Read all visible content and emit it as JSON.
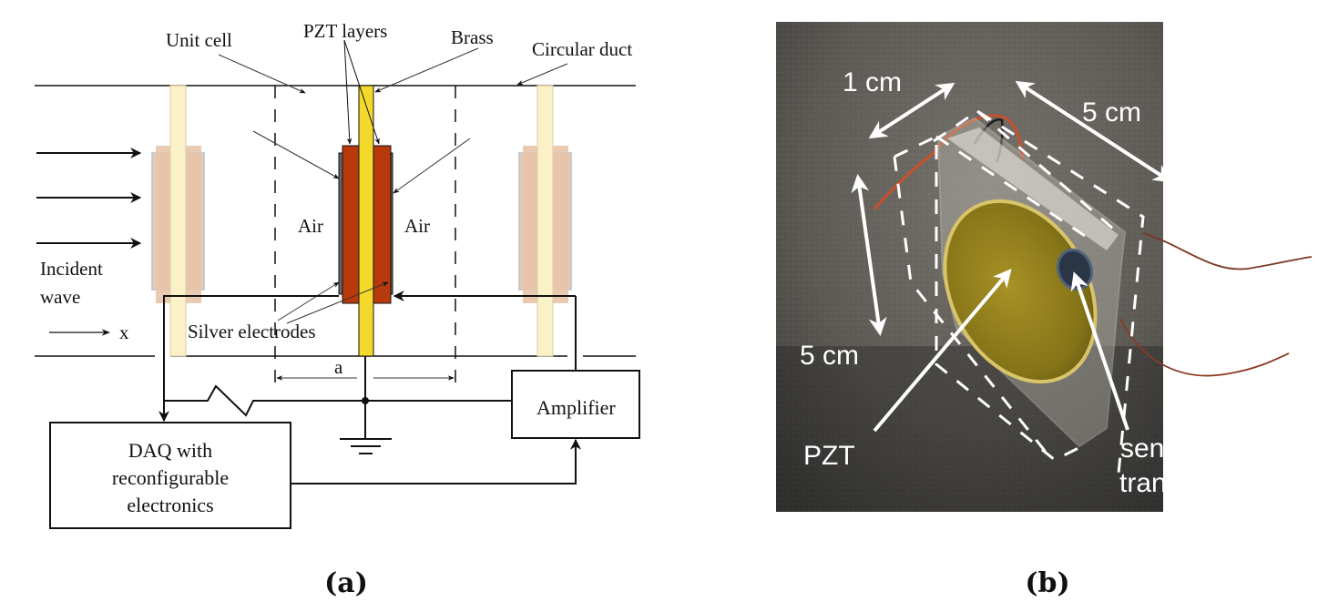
{
  "figure": {
    "panels": [
      {
        "label": "(a)",
        "type": "schematic",
        "annotations": {
          "unit_cell": "Unit cell",
          "pzt_layers": "PZT layers",
          "brass": "Brass",
          "circular_duct": "Circular duct",
          "air_left": "Air",
          "air_right": "Air",
          "incident_line1": "Incident",
          "incident_line2": "wave",
          "x_axis": "x",
          "silver_electrodes": "Silver electrodes",
          "lattice_constant": "a",
          "amplifier": "Amplifier",
          "daq_line1": "DAQ with",
          "daq_line2": "reconfigurable",
          "daq_line3": "electronics"
        }
      },
      {
        "label": "(b)",
        "type": "photograph",
        "annotations": {
          "thickness": "1 cm",
          "width": "5 cm",
          "height": "5 cm",
          "pzt": "PZT",
          "sensing_line1": "sensing",
          "sensing_line2": "transducer"
        }
      }
    ]
  },
  "colors": {
    "brass": "#f5d92a",
    "pzt": "#b83a0c",
    "neighbor_pzt": "#e8c4a8",
    "neighbor_brass": "#fbf1c8",
    "line": "#111111",
    "photo_bg": "#5c5a56",
    "pzt_disc": "#8f7d1e",
    "annotation_white": "#ffffff"
  }
}
